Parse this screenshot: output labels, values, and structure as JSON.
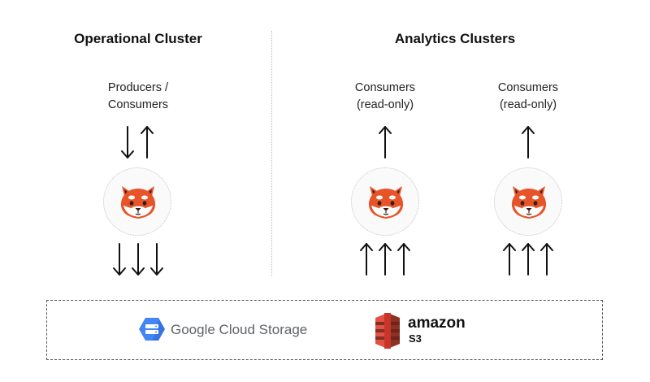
{
  "titles": {
    "operational": "Operational Cluster",
    "analytics": "Analytics Clusters"
  },
  "operational": {
    "label_line1": "Producers /",
    "label_line2": "Consumers"
  },
  "analytics": [
    {
      "label_line1": "Consumers",
      "label_line2": "(read-only)"
    },
    {
      "label_line1": "Consumers",
      "label_line2": "(read-only)"
    }
  ],
  "storage": {
    "gcs_label": "Google Cloud Storage",
    "amazon_label": "amazon",
    "s3_label": "S3"
  },
  "icons": {
    "cluster_node": "red-panda-icon",
    "gcs": "google-cloud-storage-icon",
    "s3": "amazon-s3-icon"
  },
  "colors": {
    "panda_orange": "#e8542a",
    "gcs_blue": "#4285f4",
    "s3_red": "#c7362a"
  }
}
